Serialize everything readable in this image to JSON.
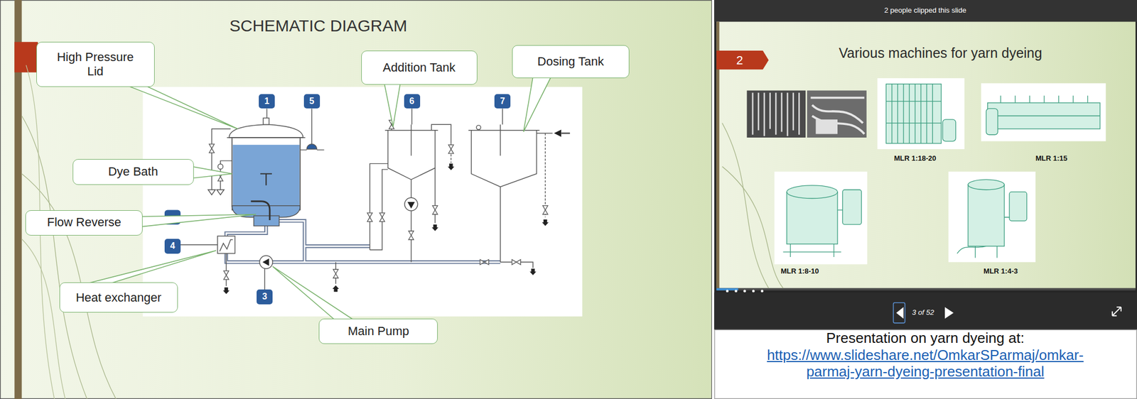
{
  "diagram": {
    "title": "SCHEMATIC DIAGRAM",
    "caption": "Presentation on yarn dyeing at:",
    "nodes": [
      {
        "text": [
          "High Pressure Lid"
        ]
      },
      {
        "text": [
          "Addition Tank"
        ]
      },
      {
        "text": [
          "Dosing Tank"
        ]
      },
      {
        "text": [
          "Dye Bath"
        ]
      },
      {
        "text": [
          "Flow Reverse"
        ]
      },
      {
        "text": [
          "Heat exchanger"
        ]
      },
      {
        "text": [
          "Main Pump"
        ]
      }
    ],
    "labels": [
      "1",
      "5",
      "6",
      "7",
      "4",
      "3",
      "2 people clipped this slide",
      "2",
      "Various machines for yarn dyeing",
      "MLR 1:18-20",
      "MLR 1:15",
      "MLR 1:8-10",
      "MLR 1:4-3",
      "3 of 52",
      "https://www.slideshare.net/OmkarSParmaj/omkar-parmaj-yarn-dyeing-presentation-final"
    ]
  }
}
